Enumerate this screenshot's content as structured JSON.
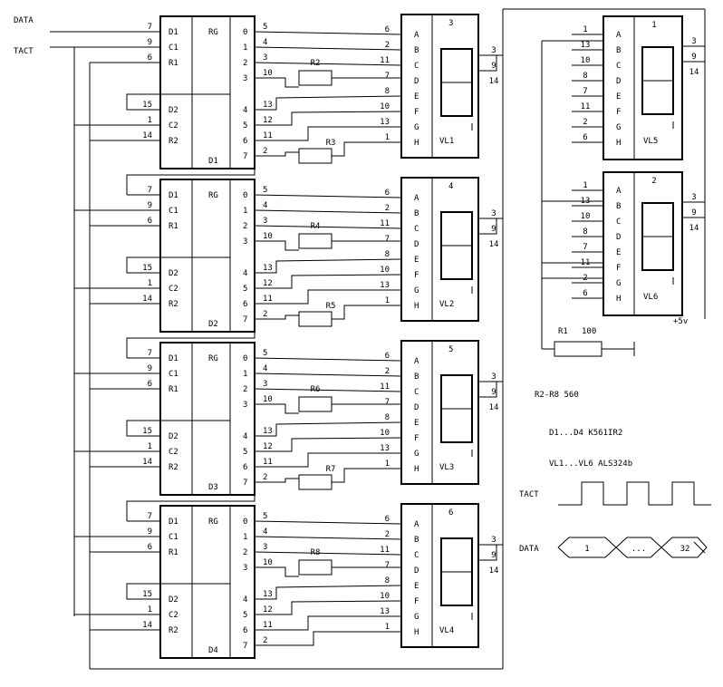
{
  "inputs": {
    "data": "DATA",
    "tact": "TACT"
  },
  "register": {
    "label": "RG",
    "names": [
      "D1",
      "D2",
      "D3",
      "D4"
    ],
    "top_pins": [
      "D1",
      "C1",
      "R1"
    ],
    "bottom_pins": [
      "D2",
      "C2",
      "R2"
    ],
    "top_pin_nums": [
      "7",
      "9",
      "6"
    ],
    "bottom_pin_nums": [
      "15",
      "1",
      "14"
    ],
    "outputs": [
      "0",
      "1",
      "2",
      "3",
      "4",
      "5",
      "6",
      "7"
    ],
    "output_pins": [
      "5",
      "4",
      "3",
      "10",
      "13",
      "12",
      "11",
      "2"
    ]
  },
  "display": {
    "segments": [
      "A",
      "B",
      "C",
      "D",
      "E",
      "F",
      "G",
      "H"
    ],
    "segment_pins": [
      "6",
      "2",
      "11",
      "7",
      "8",
      "10",
      "13",
      "1"
    ],
    "side_pins": [
      "3",
      "9",
      "14"
    ]
  },
  "displays_left": [
    {
      "name": "VL1",
      "num": "3"
    },
    {
      "name": "VL2",
      "num": "4"
    },
    {
      "name": "VL3",
      "num": "5"
    },
    {
      "name": "VL4",
      "num": "6"
    }
  ],
  "displays_right": [
    {
      "name": "VL5",
      "num": "1",
      "pins": [
        "1",
        "13",
        "10",
        "8",
        "7",
        "11",
        "2",
        "6"
      ]
    },
    {
      "name": "VL6",
      "num": "2",
      "pins": [
        "1",
        "13",
        "10",
        "8",
        "7",
        "11",
        "2",
        "6"
      ]
    }
  ],
  "resistors": [
    [
      "R2",
      "R3"
    ],
    [
      "R4",
      "R5"
    ],
    [
      "R6",
      "R7"
    ],
    [
      "R8",
      ""
    ]
  ],
  "r1": {
    "name": "R1",
    "value": "100"
  },
  "power": "+5v",
  "notes": [
    "R2-R8 560",
    "D1...D4 K561IR2",
    "VL1...VL6 ALS324b"
  ],
  "timing": {
    "tact": "TACT",
    "data": "DATA",
    "cells": [
      "1",
      "...",
      "32"
    ]
  }
}
